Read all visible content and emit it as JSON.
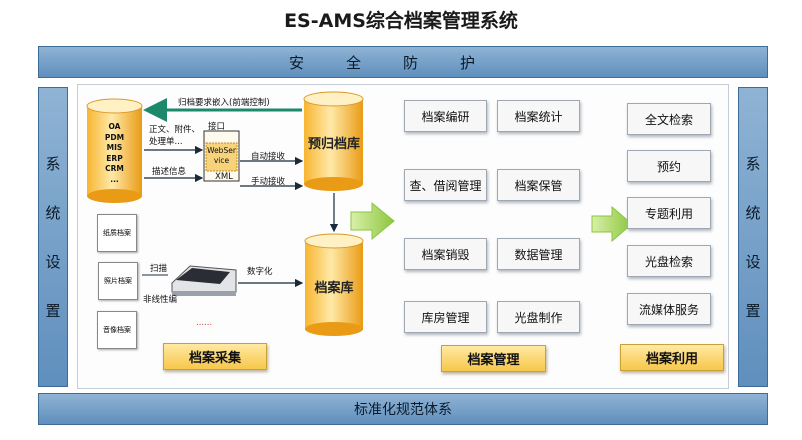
{
  "title": "ES-AMS综合档案管理系统",
  "top_bar": "安全防护",
  "bottom_bar": "标准化规范体系",
  "side_left": [
    "系",
    "统",
    "设",
    "置"
  ],
  "side_right": [
    "系",
    "统",
    "设",
    "置"
  ],
  "source_systems": [
    "OA",
    "PDM",
    "MIS",
    "ERP",
    "CRM",
    "..."
  ],
  "embed_label": "归档要求嵌入(前端控制)",
  "interface_label": "接口",
  "webservice_label": "WebService",
  "xml_label": "XML",
  "body_label": "正文、附件、处理单...",
  "desc_label": "描述信息",
  "auto_receive": "自动接收",
  "manual_receive": "手动接收",
  "pre_archive": "预归档库",
  "archive_db": "档案库",
  "paper_archive": "纸质档案",
  "photo_archive": "照片档案",
  "av_archive": "音像档案",
  "scan_label": "扫描",
  "nonlinear_label": "非线性编",
  "digitize_label": "数字化",
  "ellipsis": "......",
  "collect_label": "档案采集",
  "mgmt_buttons": [
    "档案编研",
    "档案统计",
    "查、借阅管理",
    "档案保管",
    "档案销毁",
    "数据管理",
    "库房管理",
    "光盘制作"
  ],
  "mgmt_label": "档案管理",
  "use_buttons": [
    "全文检索",
    "预约",
    "专题利用",
    "光盘检索",
    "流媒体服务"
  ],
  "use_label": "档案利用"
}
